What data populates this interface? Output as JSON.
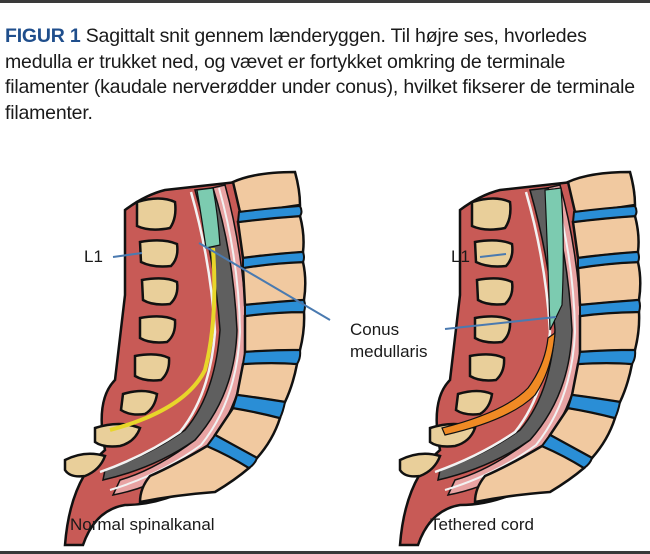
{
  "figure": {
    "label": "FIGUR 1",
    "caption": " Sagittalt snit gennem lænderyggen. Til højre ses, hvorledes medulla er trukket ned, og vævet er fortykket omkring de terminale filamenter (kaudale nerverødder under conus), hvilket fikserer de terminale filamenter."
  },
  "panels": [
    {
      "title": "Normal spinalkanal",
      "vertebra_label": "L1",
      "filum_color": "#e8d62a"
    },
    {
      "title": "Tethered cord",
      "vertebra_label": "L1",
      "filum_color": "#f08a24"
    }
  ],
  "annotation": {
    "line1": "Conus",
    "line2": "medullaris"
  },
  "colors": {
    "accent": "#1f4e8c",
    "muscle": "#c85a56",
    "bone": "#f1c9a0",
    "bone_dark": "#e9cf9a",
    "disc": "#2a8ed6",
    "cord": "#7ccbb0",
    "csf": "#666666",
    "pointer": "#4a7ab0"
  }
}
